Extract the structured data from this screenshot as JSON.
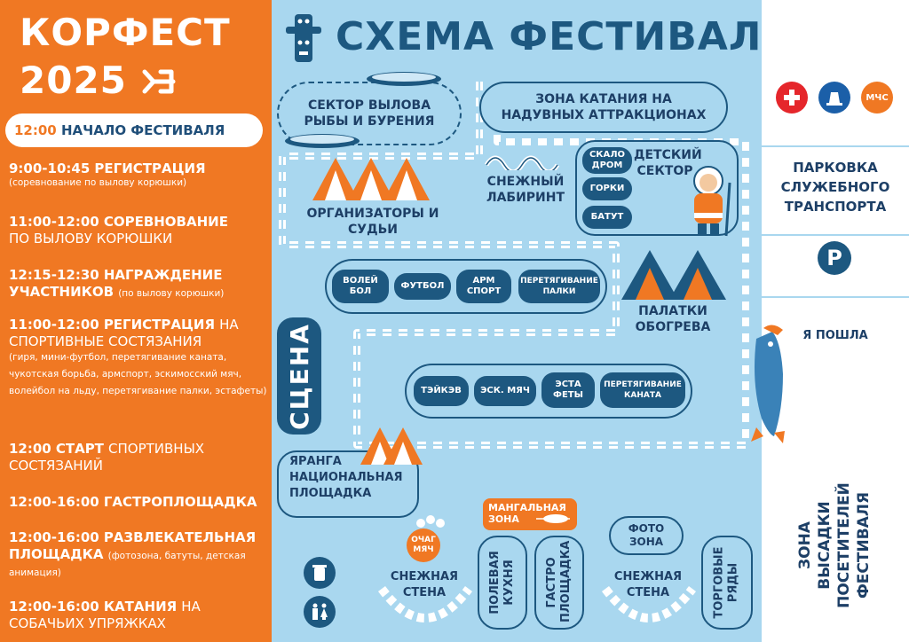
{
  "festival": {
    "logo_line1": "КОРФЕСТ",
    "logo_line2": "2025",
    "start_time": "12:00",
    "start_label": "НАЧАЛО ФЕСТИВАЛЯ"
  },
  "schedule": [
    {
      "time": "9:00-10:45",
      "title": "РЕГИСТРАЦИЯ",
      "rest": "",
      "note": "(соревнование по вылову корюшки)"
    },
    {
      "time": "11:00-12:00",
      "title": "СОРЕВНОВАНИЕ",
      "rest": "ПО ВЫЛОВУ КОРЮШКИ",
      "note": ""
    },
    {
      "time": "12:15-12:30",
      "title": "НАГРАЖДЕНИЕ",
      "rest": "УЧАСТНИКОВ",
      "note": "(по вылову корюшки)"
    },
    {
      "time": "11:00-12:00",
      "title": "РЕГИСТРАЦИЯ",
      "rest": "НА СПОРТИВНЫЕ СОСТЯЗАНИЯ",
      "note": "(гиря, мини-футбол, перетягивание каната, чукотская борьба, армспорт, эскимосский мяч, волейбол на льду, перетягивание палки, эстафеты)"
    },
    {
      "time": "12:00",
      "title": "СТАРТ",
      "rest": "СПОРТИВНЫХ СОСТЯЗАНИЙ",
      "note": ""
    },
    {
      "time": "12:00-16:00",
      "title": "ГАСТРОПЛОЩАДКА",
      "rest": "",
      "note": ""
    },
    {
      "time": "12:00-16:00",
      "title": "РАЗВЛЕКАТЕЛЬНАЯ ПЛОЩАДКА",
      "rest": "",
      "note": "(фотозона, батуты, детская анимация)"
    },
    {
      "time": "12:00-16:00",
      "title": "КАТАНИЯ",
      "rest": "НА СОБАЧЬИХ УПРЯЖКАХ",
      "note": ""
    }
  ],
  "map": {
    "title": "СХЕМА ФЕСТИВАЛЯ",
    "fishing_sector": "СЕКТОР ВЫЛОВА РЫБЫ И БУРЕНИЯ",
    "inflatables": "ЗОНА КАТАНИЯ НА НАДУВНЫХ АТТРАКЦИОНАХ",
    "organizers": "ОРГАНИЗАТОРЫ И СУДЬИ",
    "snow_maze": "СНЕЖНЫЙ ЛАБИРИНТ",
    "kids_sector": "ДЕТСКИЙ СЕКТОР",
    "kids_items": [
      "СКАЛО ДРОМ",
      "ГОРКИ",
      "БАТУТ"
    ],
    "sports_row1": [
      "ВОЛЕЙ БОЛ",
      "ФУТБОЛ",
      "АРМ СПОРТ",
      "ПЕРЕТЯГИВАНИЕ ПАЛКИ"
    ],
    "sports_row2": [
      "ТЭЙКЭВ",
      "ЭСК. МЯЧ",
      "ЭСТА ФЕТЫ",
      "ПЕРЕТЯГИВАНИЕ КАНАТА"
    ],
    "heating_tents": "ПАЛАТКИ ОБОГРЕВА",
    "stage": "СЦЕНА",
    "yaranga": "ЯРАНГА НАЦИОНАЛЬНАЯ ПЛОЩАДКА",
    "grill_zone": "МАНГАЛЬНАЯ ЗОНА",
    "ochag": "ОЧАГ МЯЧ",
    "snow_wall": "СНЕЖНАЯ СТЕНА",
    "field_kitchen": "ПОЛЕВАЯ КУХНЯ",
    "gastro": "ГАСТРО ПЛОЩАДКА",
    "photo_zone": "ФОТО ЗОНА",
    "trade_rows": "ТОРГОВЫЕ РЯДЫ"
  },
  "right": {
    "mchs": "МЧС",
    "parking": "ПАРКОВКА СЛУЖЕБНОГО ТРАНСПОРТА",
    "parking_sign": "P",
    "speech": "Я ПОШЛА",
    "dropoff": "ЗОНА ВЫСАДКИ ПОСЕТИТЕЛЕЙ ФЕСТИВАЛЯ"
  },
  "colors": {
    "orange": "#f07823",
    "navy": "#1d5880",
    "ice": "#a9d7ef",
    "red": "#e5262b",
    "blue": "#1b5fa8"
  },
  "icons": [
    "first-aid-icon",
    "police-light-icon",
    "mchs-badge-icon",
    "trash-bin-icon",
    "restroom-icon",
    "totem-icon",
    "tent-icon",
    "fish-mascot-icon",
    "child-in-parka-icon"
  ]
}
